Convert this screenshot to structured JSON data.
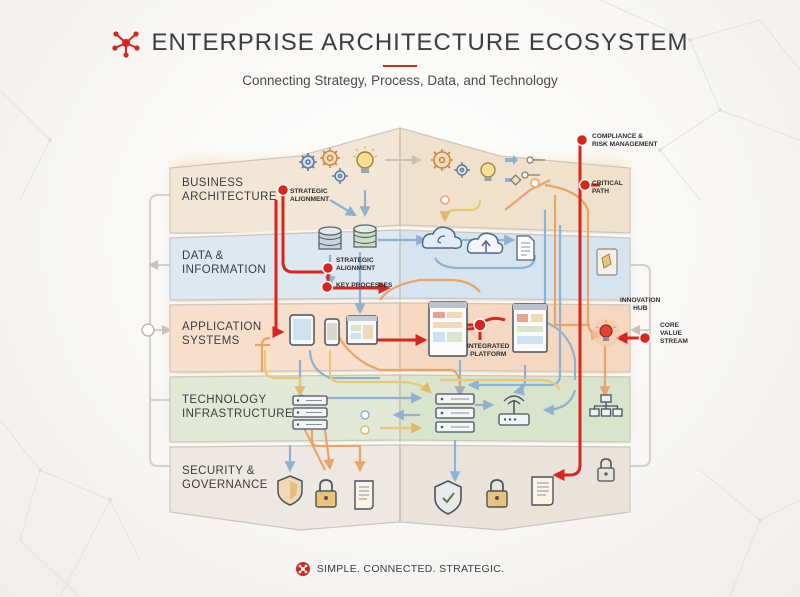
{
  "title": "ENTERPRISE ARCHITECTURE ECOSYSTEM",
  "subtitle": "Connecting Strategy, Process, Data, and Technology",
  "footer": "SIMPLE. CONNECTED. STRATEGIC.",
  "layers": [
    {
      "line1": "BUSINESS",
      "line2": "ARCHITECTURE",
      "color": "#f1e6d3"
    },
    {
      "line1": "DATA &",
      "line2": "INFORMATION",
      "color": "#dce8f0"
    },
    {
      "line1": "APPLICATION",
      "line2": "SYSTEMS",
      "color": "#f6dcc7"
    },
    {
      "line1": "TECHNOLOGY",
      "line2": "INFRASTRUCTURE",
      "color": "#dfe8d4"
    },
    {
      "line1": "SECURITY &",
      "line2": "GOVERNANCE",
      "color": "#ece6de"
    }
  ],
  "annotations": {
    "strategic_alignment_1": {
      "line1": "STRATEGIC",
      "line2": "ALIGNMENT"
    },
    "strategic_alignment_2": {
      "line1": "STRATEGIC",
      "line2": "ALIGNMENT"
    },
    "key_processes": "KEY PROCESSES",
    "integrated_platform": {
      "line1": "INTEGRATED",
      "line2": "PLATFORM"
    },
    "compliance": {
      "line1": "COMPLIANCE &",
      "line2": "RISK MANAGEMENT"
    },
    "critical_path": {
      "line1": "CRITICAL",
      "line2": "PATH"
    },
    "innovation_hub": {
      "line1": "INNOVATION",
      "line2": "HUB"
    },
    "core_value_stream": {
      "line1": "CORE",
      "line2": "VALUE",
      "line3": "STREAM"
    }
  },
  "colors": {
    "accent": "#d7261e",
    "flow_blue": "#8fb2d0",
    "flow_orange": "#e7a56a",
    "flow_yellow": "#ecc77a",
    "text": "#3b3d40"
  },
  "icons": [
    "network-logo-icon",
    "gear-icon",
    "lightbulb-icon",
    "database-icon",
    "cloud-icon",
    "upload-cloud-icon",
    "document-icon",
    "tablet-icon",
    "phone-icon",
    "browser-window-icon",
    "dashboard-icon",
    "server-icon",
    "router-icon",
    "org-chart-icon",
    "shield-icon",
    "lock-icon",
    "scroll-icon",
    "shield-check-icon"
  ]
}
